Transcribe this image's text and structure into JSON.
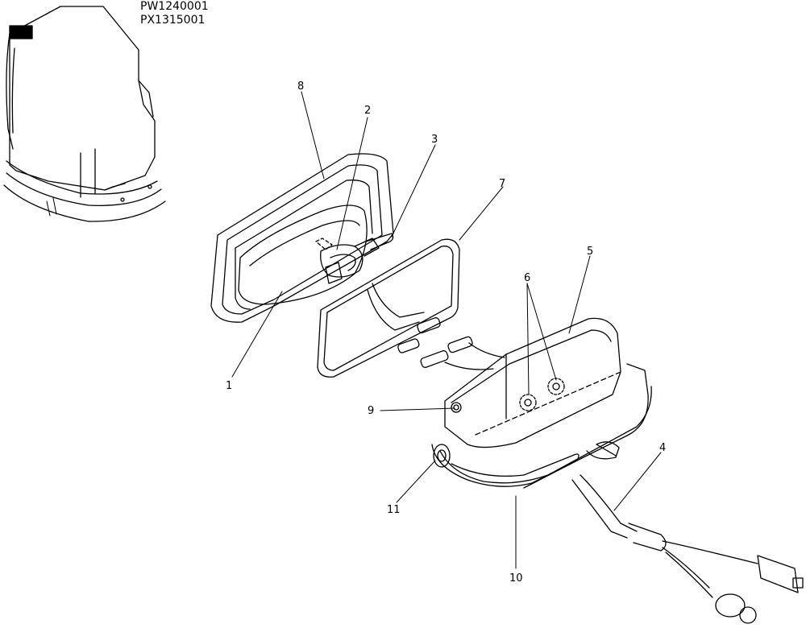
{
  "model_codes": [
    "PW1240001",
    "PX1315001"
  ],
  "callouts": {
    "c1": "1",
    "c2": "2",
    "c3": "3",
    "c4": "4",
    "c5": "5",
    "c6": "6",
    "c7": "7",
    "c8": "8",
    "c9": "9",
    "c10": "10",
    "c11": "11"
  },
  "colors": {
    "line": "#000000",
    "background": "#ffffff"
  }
}
